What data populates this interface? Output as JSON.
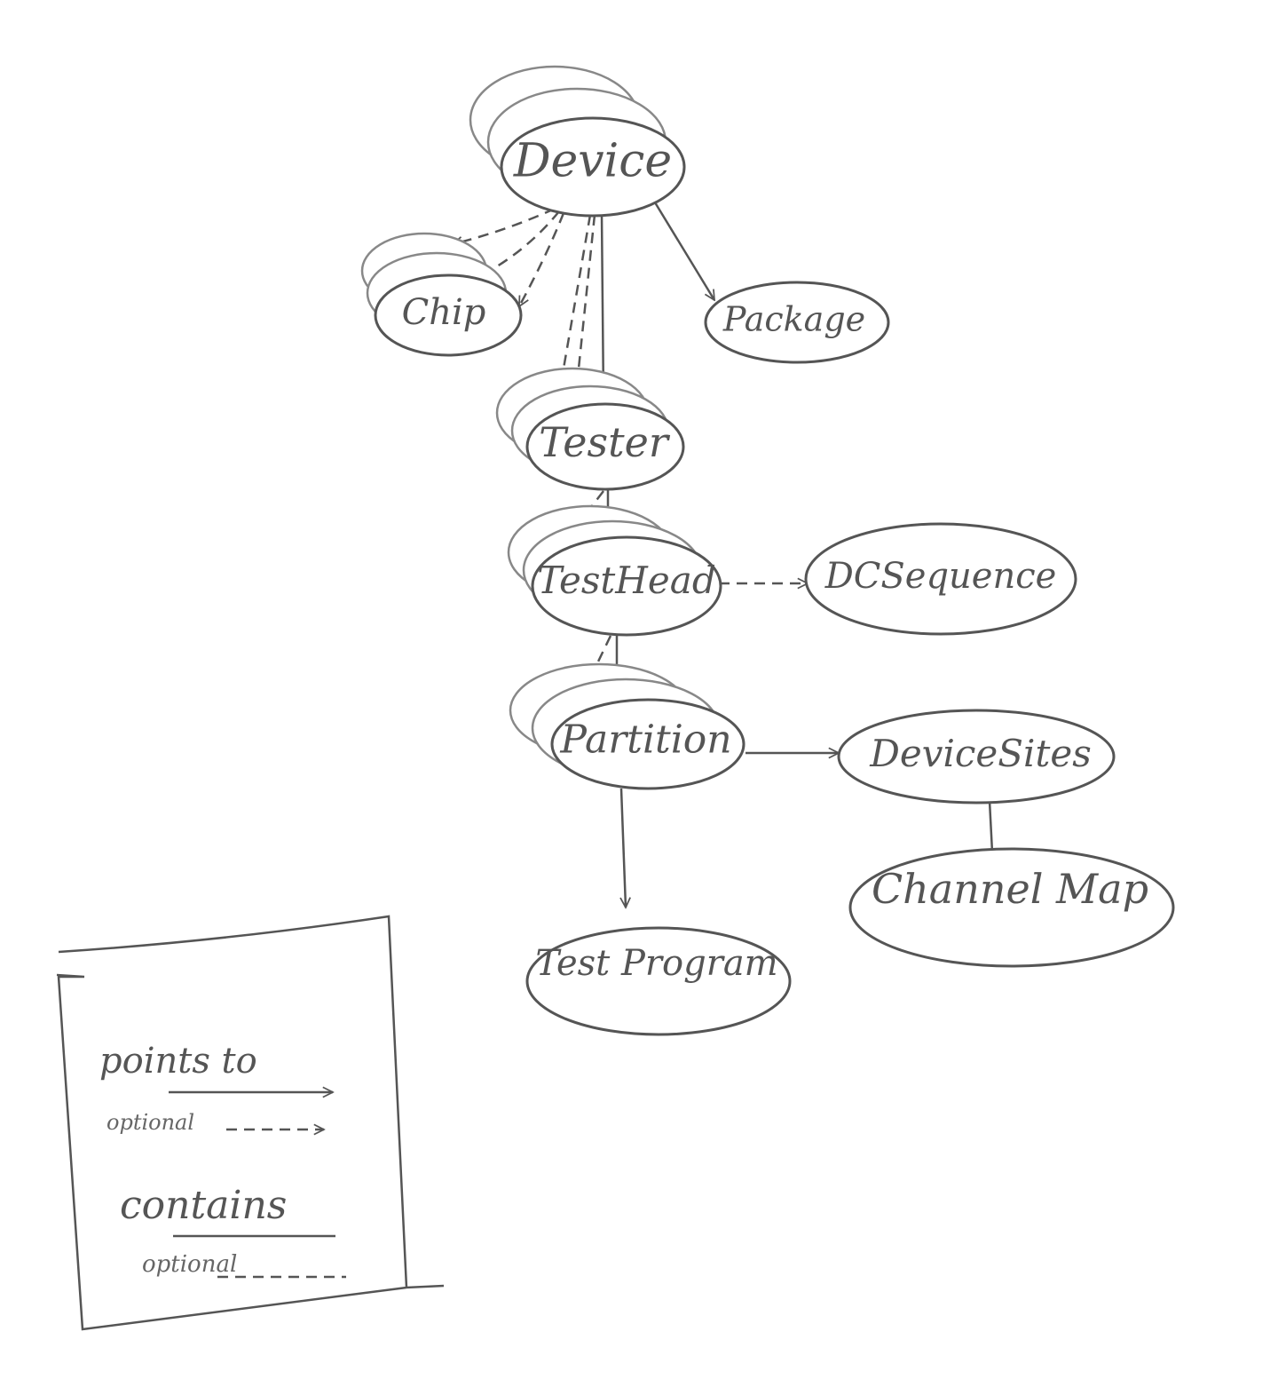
{
  "nodes": {
    "device": {
      "label": "Device"
    },
    "chip": {
      "label": "Chip"
    },
    "package": {
      "label": "Package"
    },
    "tester": {
      "label": "Tester"
    },
    "testhead": {
      "label": "TestHead"
    },
    "dcsequence": {
      "label": "DCSequence"
    },
    "partition": {
      "label": "Partition"
    },
    "devicesites": {
      "label": "DeviceSites"
    },
    "channelmap": {
      "label": "Channel Map"
    },
    "testprogram": {
      "label": "Test Program"
    }
  },
  "legend": {
    "points_to": "points to",
    "points_to_optional": "optional",
    "contains": "contains",
    "contains_optional": "optional"
  },
  "colors": {
    "ink": "#555555",
    "ink_light": "#888888",
    "paper": "#ffffff"
  }
}
